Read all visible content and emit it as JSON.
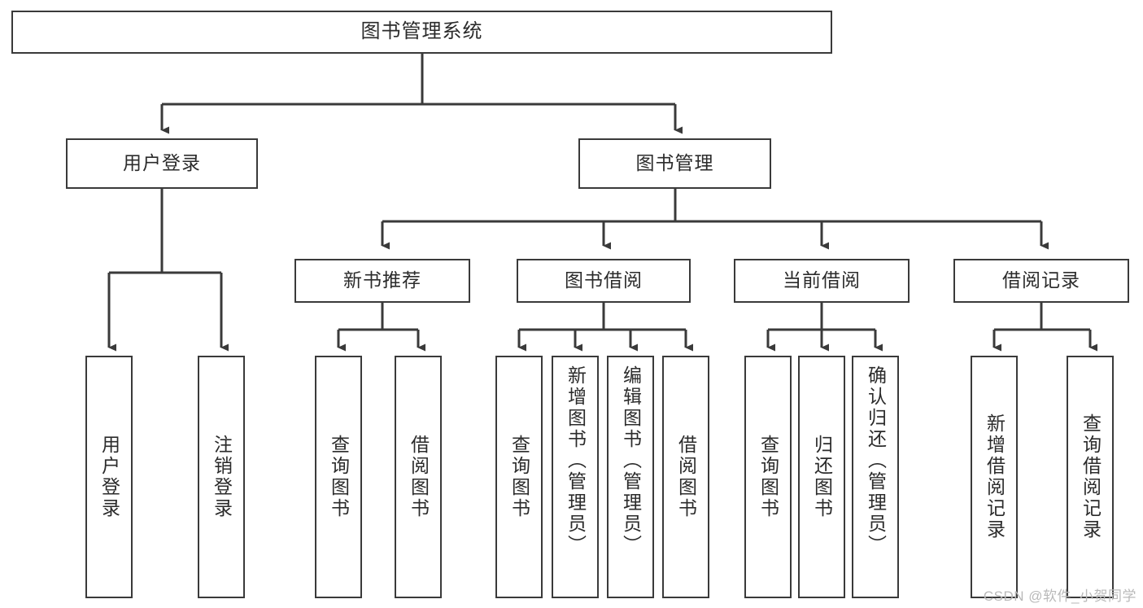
{
  "diagram": {
    "title": "图书管理系统",
    "type": "tree-hierarchy-chart",
    "root": {
      "id": "root",
      "label": "图书管理系统",
      "orientation": "horizontal"
    },
    "level2": [
      {
        "id": "user-login",
        "label": "用户登录",
        "orientation": "horizontal"
      },
      {
        "id": "book-management",
        "label": "图书管理",
        "orientation": "horizontal"
      }
    ],
    "level3": [
      {
        "id": "new-book-recommend",
        "label": "新书推荐",
        "orientation": "horizontal",
        "parent": "book-management"
      },
      {
        "id": "book-borrow",
        "label": "图书借阅",
        "orientation": "horizontal",
        "parent": "book-management"
      },
      {
        "id": "current-borrow",
        "label": "当前借阅",
        "orientation": "horizontal",
        "parent": "book-management"
      },
      {
        "id": "borrow-record",
        "label": "借阅记录",
        "orientation": "horizontal",
        "parent": "book-management"
      }
    ],
    "leaves": {
      "user_login": [
        {
          "id": "leaf-user-login",
          "label": "用户登录"
        },
        {
          "id": "leaf-logout-login",
          "label": "注销登录"
        }
      ],
      "new_book_recommend": [
        {
          "id": "leaf-query-book-1",
          "label": "查询图书"
        },
        {
          "id": "leaf-borrow-book-1",
          "label": "借阅图书"
        }
      ],
      "book_borrow": [
        {
          "id": "leaf-query-book-2",
          "label": "查询图书"
        },
        {
          "id": "leaf-add-book",
          "label": "新增图书（管理员）"
        },
        {
          "id": "leaf-edit-book",
          "label": "编辑图书（管理员）"
        },
        {
          "id": "leaf-borrow-book-2",
          "label": "借阅图书"
        }
      ],
      "current_borrow": [
        {
          "id": "leaf-query-book-3",
          "label": "查询图书"
        },
        {
          "id": "leaf-return-book",
          "label": "归还图书"
        },
        {
          "id": "leaf-confirm-return",
          "label": "确认归还（管理员）"
        }
      ],
      "borrow_record": [
        {
          "id": "leaf-add-record",
          "label": "新增借阅记录"
        },
        {
          "id": "leaf-query-record",
          "label": "查询借阅记录"
        }
      ]
    }
  },
  "watermark": {
    "text": "CSDN @软件_小贺同学"
  },
  "colors": {
    "box_border": "#3a3a3a",
    "box_fill": "#ffffff",
    "edge": "#3a3a3a",
    "text": "#2b2b2b",
    "watermark": "#b9b9b9",
    "background": "#ffffff"
  }
}
